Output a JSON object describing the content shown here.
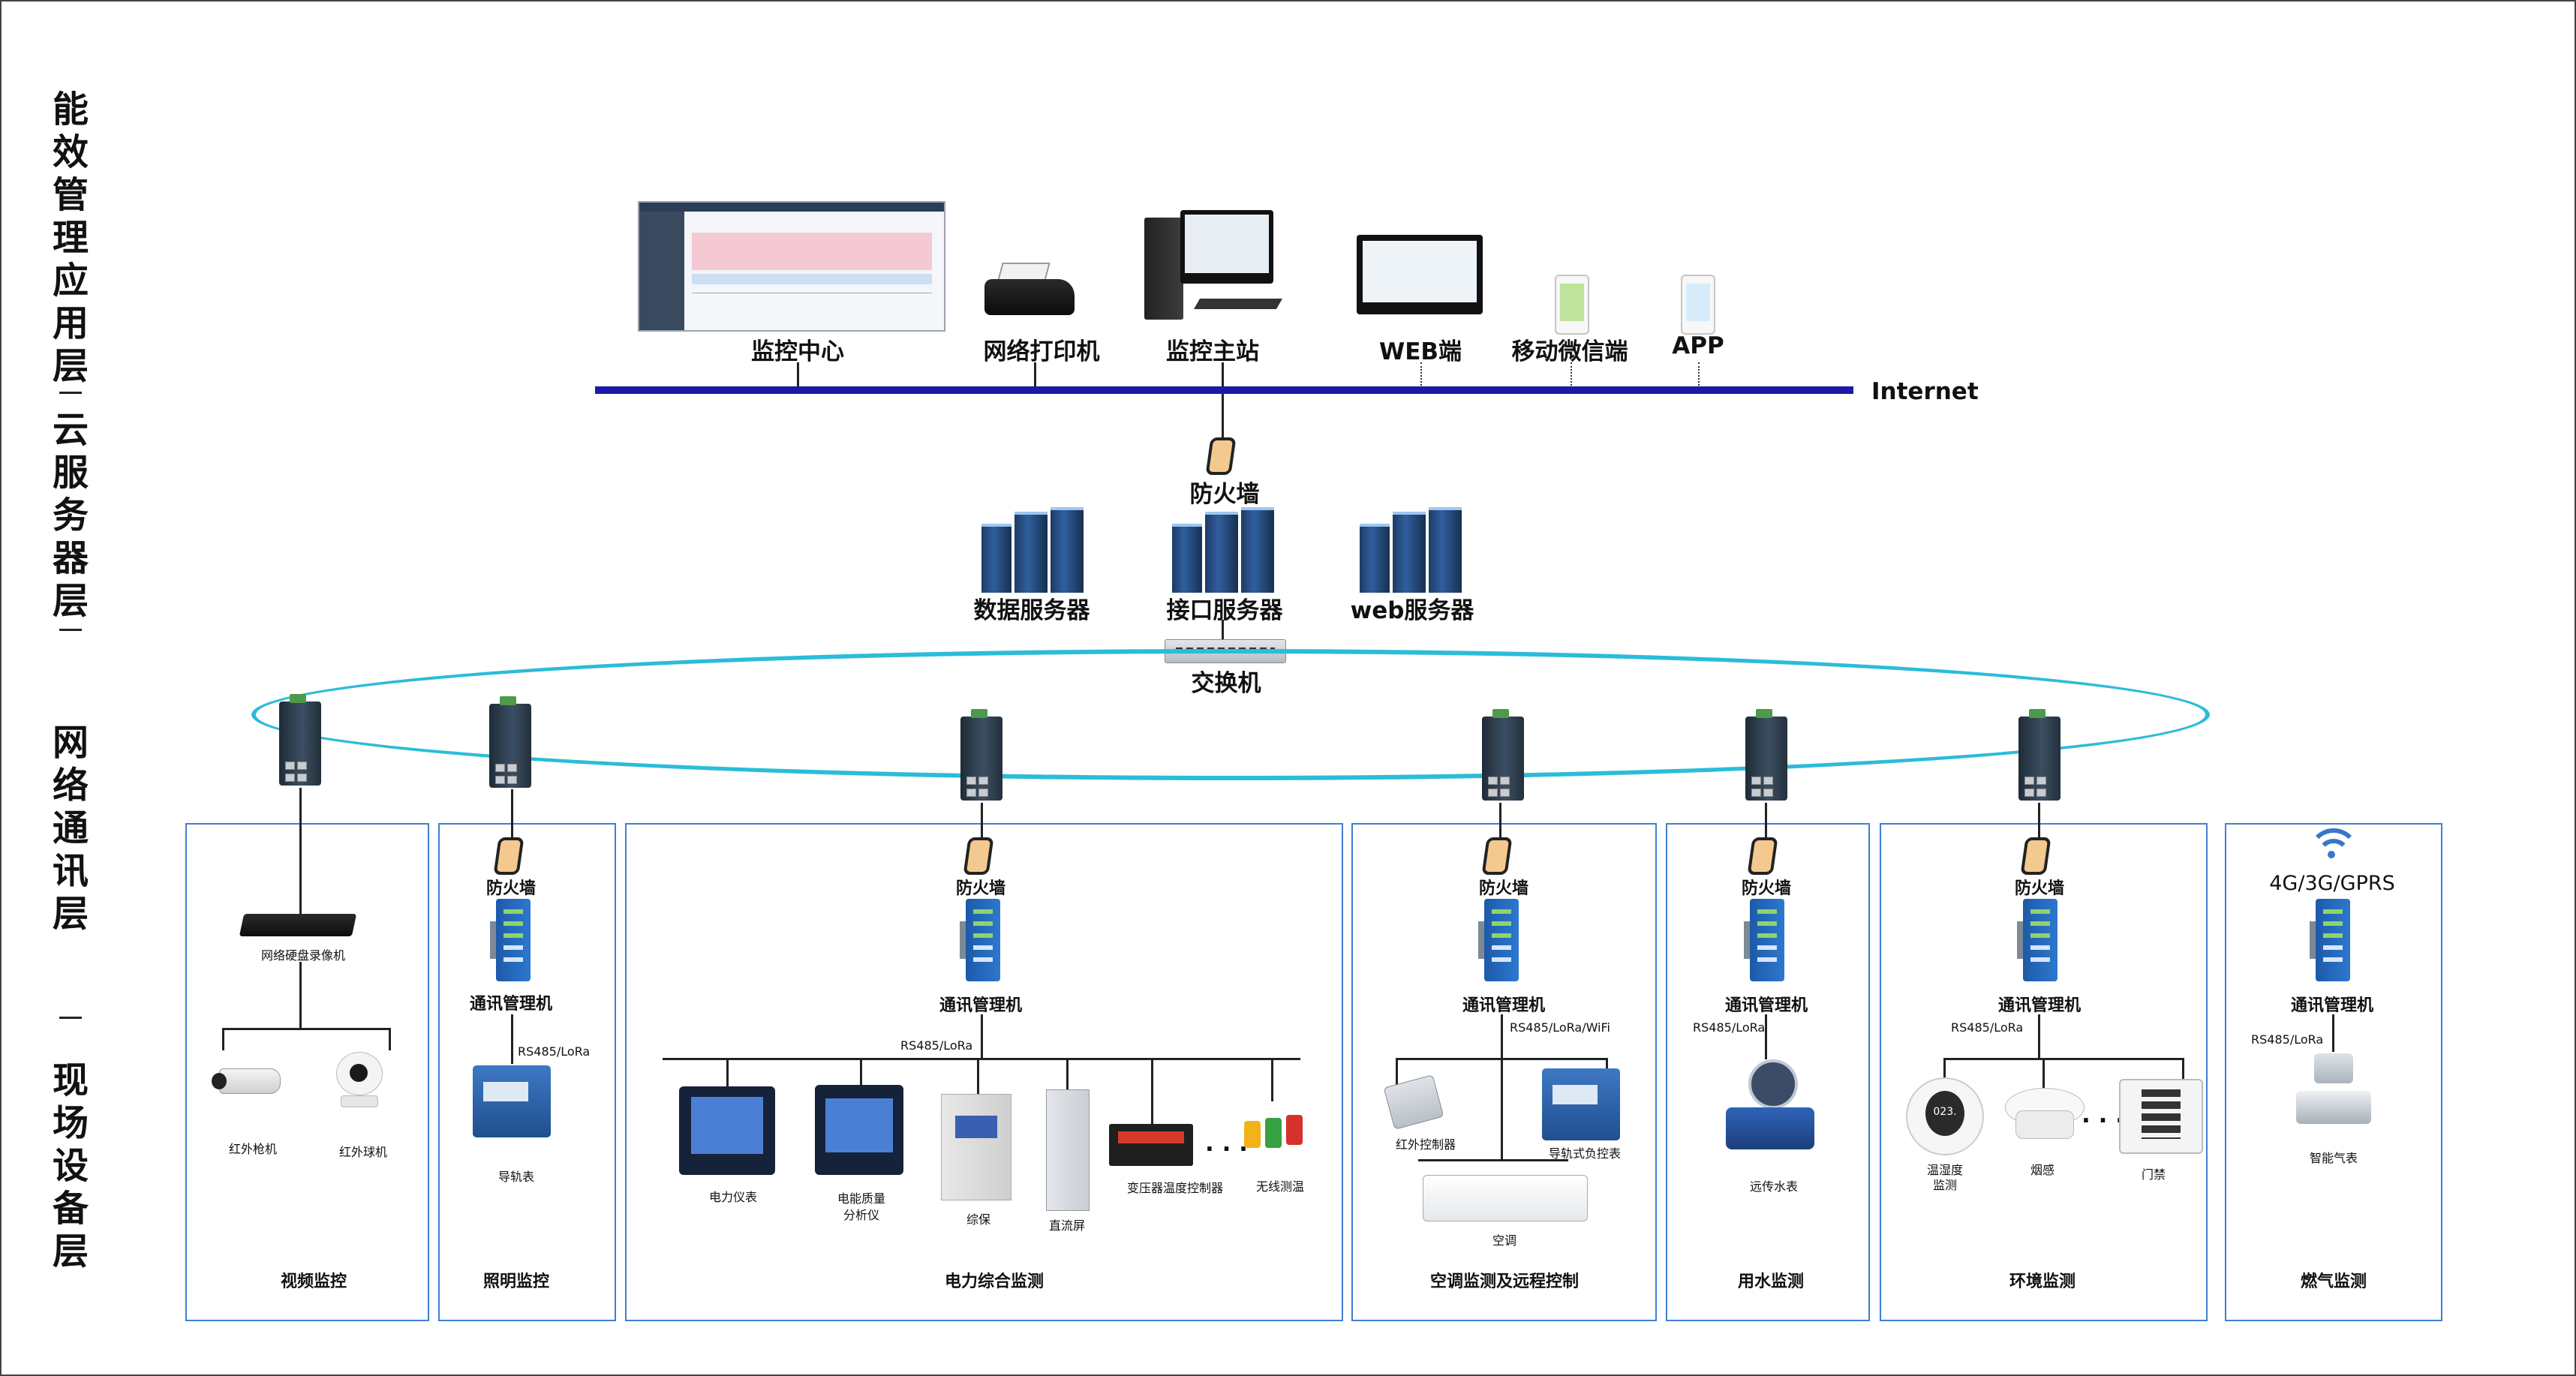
{
  "layers": {
    "app_cloud": "能效管理应用层",
    "cloud": "云服务器层",
    "network": "网络通讯层",
    "field": "现场设备层"
  },
  "top": {
    "monitor_center": "监控中心",
    "printer": "网络打印机",
    "main_station": "监控主站",
    "web": "WEB端",
    "wechat": "移动微信端",
    "app": "APP",
    "internet": "Internet"
  },
  "server": {
    "firewall": "防火墙",
    "data_server": "数据服务器",
    "interface_server": "接口服务器",
    "web_server": "web服务器",
    "switch": "交换机"
  },
  "common": {
    "firewall": "防火墙",
    "comm_manager": "通讯管理机"
  },
  "sections": {
    "video": {
      "title": "视频监控",
      "nvr": "网络硬盘录像机",
      "gun": "红外枪机",
      "dome": "红外球机"
    },
    "lighting": {
      "title": "照明监控",
      "bus": "RS485/LoRa",
      "meter": "导轨表"
    },
    "power": {
      "title": "电力综合监测",
      "bus": "RS485/LoRa",
      "meter": "电力仪表",
      "analyzer_1": "电能质量",
      "analyzer_2": "分析仪",
      "protection": "综保",
      "dc_panel": "直流屏",
      "transformer": "变压器温度控制器",
      "ellipsis": "· · ·",
      "wireless": "无线测温"
    },
    "hvac": {
      "title": "空调监测及远程控制",
      "bus": "RS485/LoRa/WiFi",
      "ir": "红外控制器",
      "rail_ctrl": "导轨式负控表",
      "ac": "空调"
    },
    "water": {
      "title": "用水监测",
      "bus": "RS485/LoRa",
      "meter": "远传水表"
    },
    "env": {
      "title": "环境监测",
      "bus": "RS485/LoRa",
      "th_1": "温湿度",
      "th_2": "监测",
      "smoke": "烟感",
      "ellipsis": "· · ·",
      "door": "门禁",
      "th_display": "023."
    },
    "gas": {
      "title": "燃气监测",
      "wireless": "4G/3G/GPRS",
      "bus": "RS485/LoRa",
      "meter": "智能气表"
    }
  },
  "colors": {
    "backbone": "#1a1aa8",
    "ring": "#2bbcd8",
    "box_border": "#3f7fd4",
    "firewall_fill": "#f3c98f",
    "wifi": "#3a76c8"
  }
}
